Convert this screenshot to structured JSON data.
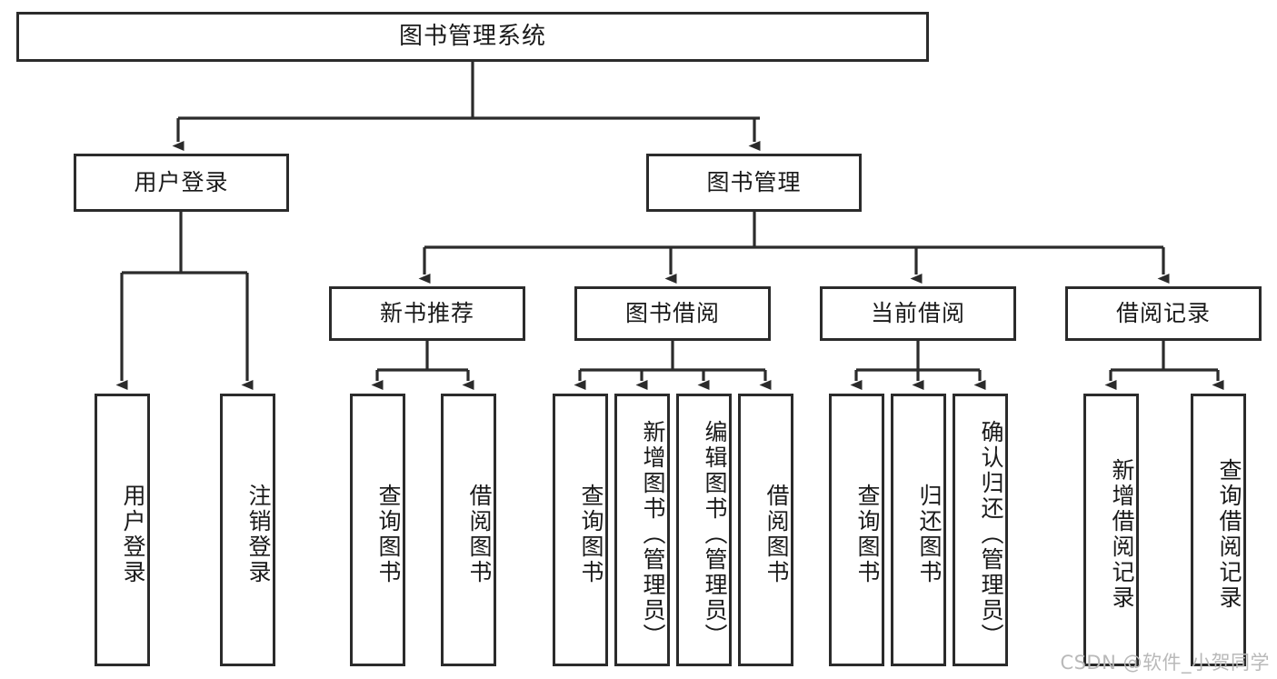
{
  "diagram": {
    "title": "图书管理系统",
    "watermark": "CSDN @软件_小贺同学",
    "line_color": "#2b2b2b",
    "box_fill": "#ffffff",
    "text_color": "#1a1a1a",
    "watermark_color": "#b9b9b9"
  },
  "nodes": {
    "root": {
      "label": "图书管理系统"
    },
    "level2": [
      {
        "id": "user-login",
        "label": "用户登录"
      },
      {
        "id": "book-management",
        "label": "图书管理"
      }
    ],
    "level3": [
      {
        "id": "new-book-recommend",
        "label": "新书推荐"
      },
      {
        "id": "book-borrow",
        "label": "图书借阅"
      },
      {
        "id": "current-borrow",
        "label": "当前借阅"
      },
      {
        "id": "borrow-record",
        "label": "借阅记录"
      }
    ],
    "leaves": {
      "user_login": [
        {
          "id": "leaf-user-login",
          "label": "用户登录"
        },
        {
          "id": "leaf-logout-login",
          "label": "注销登录"
        }
      ],
      "new_book_recommend": [
        {
          "id": "leaf-query-book-1",
          "label": "查询图书"
        },
        {
          "id": "leaf-borrow-book-1",
          "label": "借阅图书"
        }
      ],
      "book_borrow": [
        {
          "id": "leaf-query-book-2",
          "label": "查询图书"
        },
        {
          "id": "leaf-add-book",
          "label": "新增图书（管理员）"
        },
        {
          "id": "leaf-edit-book",
          "label": "编辑图书（管理员）"
        },
        {
          "id": "leaf-borrow-book-2",
          "label": "借阅图书"
        }
      ],
      "current_borrow": [
        {
          "id": "leaf-query-book-3",
          "label": "查询图书"
        },
        {
          "id": "leaf-return-book",
          "label": "归还图书"
        },
        {
          "id": "leaf-confirm-return",
          "label": "确认归还（管理员）"
        }
      ],
      "borrow_record": [
        {
          "id": "leaf-add-record",
          "label": "新增借阅记录"
        },
        {
          "id": "leaf-query-record",
          "label": "查询借阅记录"
        }
      ]
    }
  }
}
